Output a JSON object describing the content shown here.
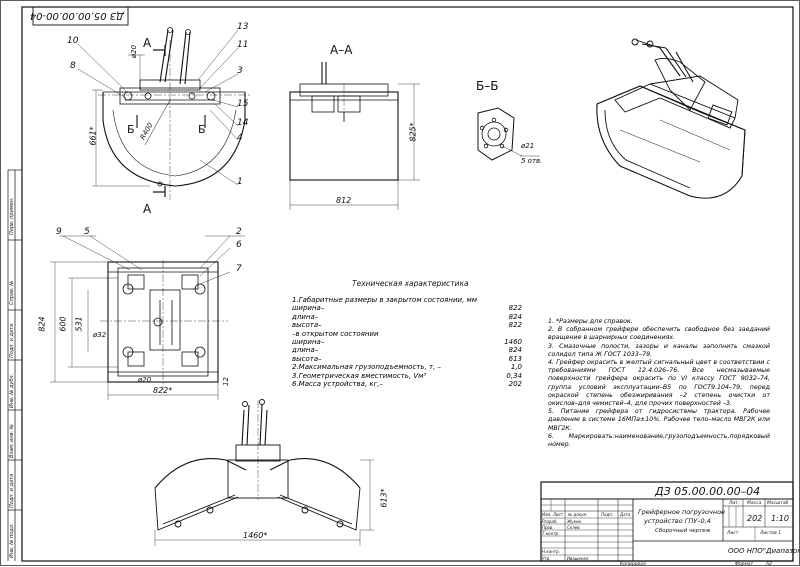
{
  "drawing_code": "ДЗ 05.00.00.00-04",
  "drawing_code_rotated": "ДЗ 05.00.00.00-04",
  "section_labels": {
    "a_left_top": "А",
    "a_left_bottom": "А",
    "a_a": "А–А",
    "b_b": "Б–Б",
    "b_left": "Б",
    "b_right": "Б"
  },
  "callouts": [
    "10",
    "8",
    "13",
    "11",
    "3",
    "15",
    "14",
    "4",
    "1",
    "9",
    "5",
    "2",
    "6",
    "7"
  ],
  "dimensions": {
    "phi20": "ø20",
    "r400": "R400",
    "h661": "661*",
    "w812": "812",
    "h825": "825*",
    "phi21": "ø21",
    "holes": "5 отв.",
    "h824": "824",
    "h600": "600",
    "h531": "531",
    "w822": "822*",
    "d12": "12",
    "phi32": "ø32",
    "phi20b": "ø20",
    "w1460": "1460*",
    "h613": "613*"
  },
  "spec": {
    "title": "Техническая характеристика",
    "rows": [
      {
        "label": "1.Габаритные размеры в закрытом состоянии, мм",
        "value": ""
      },
      {
        "label": "ширина–",
        "value": "822"
      },
      {
        "label": "длина–",
        "value": "824"
      },
      {
        "label": "высота–",
        "value": "822"
      },
      {
        "label": "–в открытом состоянии",
        "value": ""
      },
      {
        "label": "ширина–",
        "value": "1460"
      },
      {
        "label": "длина–",
        "value": "824"
      },
      {
        "label": "высота–",
        "value": "613"
      },
      {
        "label": "2.Максимальная грузоподъемность, т, –",
        "value": "1,0"
      },
      {
        "label": "3.Геометрическая вместимость, Vм³",
        "value": "0,34"
      },
      {
        "label": "6.Масса устройства, кг,–",
        "value": "202"
      }
    ]
  },
  "notes": [
    "1. *Размеры для справок.",
    "2. В собранном грейфере обеспечить свободное без заеданий вращение в шарнирных соединениях.",
    "3. Смазочные полости, зазоры и каналы заполнить смазкой солидол типа Ж ГОСТ 1033–79.",
    "4. Грейфер окрасить в желтый сигнальный цвет в соответствии с требованиями ГОСТ 12.4.026–76. Все несмазываемые поверхности грейфера окрасить по VI классу ГОСТ 9032–74, группа условий эксплуатации–В5 по ГОСТ9.104–79, перед окраской степень обезжиривания –2 степень очистки от окислов–для чемистей–4, для прочих поверхностей –3.",
    "5. Питание грейфера от гидросистемы трактора. Рабочее давление в системе 16МПа±10%. Рабочее тело–масло МВГ2К или МВГ2К.",
    "6. Маркировать:наименование,грузоподъемность,порядковый номер."
  ],
  "title_block": {
    "code": "ДЗ 05.00.00.00–04",
    "name_line1": "Грейферное погрузочное",
    "name_line2": "устройство ГПУ–0,4",
    "doc_type": "Сборочный чертеж",
    "col_lit": "Лит.",
    "col_mass": "Масса",
    "col_scale": "Масштаб",
    "mass": "202",
    "scale": "1:10",
    "sheet": "Лист",
    "sheets": "Листов 1",
    "org": "ООО НПО\"Диапазон\"",
    "rows_left": [
      "Изм.",
      "Лист",
      "№ докум.",
      "Подп.",
      "Дата"
    ],
    "roles": [
      "Разраб.",
      "Пров.",
      "Т.контр.",
      "Н.контр.",
      "Утв."
    ],
    "persons": [
      "Жукин",
      "Склев",
      "",
      "Ивашенко"
    ],
    "footer_copy": "Копировал",
    "footer_format": "Формат",
    "format_value": "А2"
  },
  "side_stamps": [
    "Перв. примен.",
    "Справ. №",
    "Подп. и дата",
    "Инв. № дубл.",
    "Взам. инв. №",
    "Подп. и дата",
    "Инв. № подл."
  ]
}
